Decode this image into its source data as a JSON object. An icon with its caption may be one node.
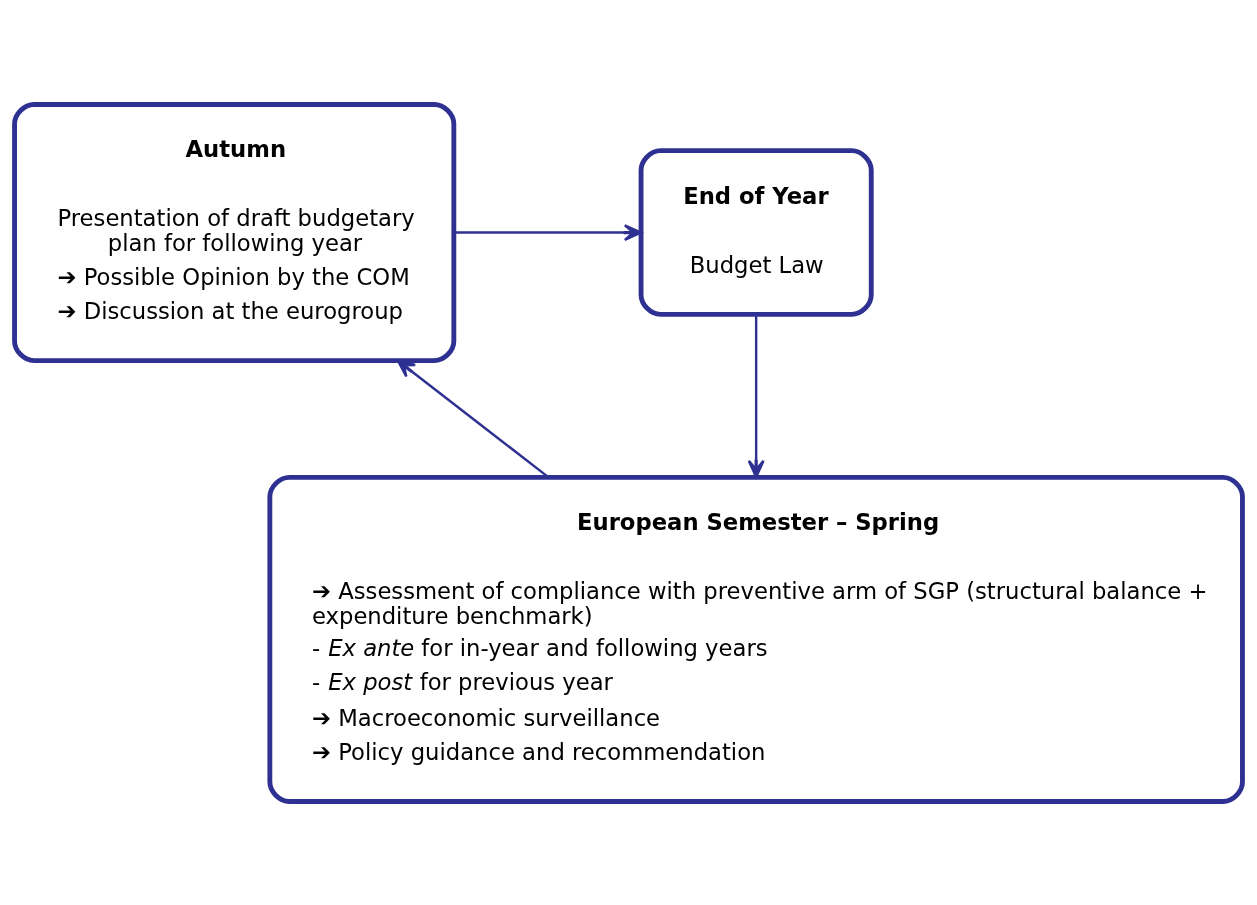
{
  "diagram": {
    "nodes": [
      {
        "text": [
          "Autumn",
          "Presentation of draft budgetary plan for following year",
          "➔ Possible Opinion by the COM",
          "➔ Discussion at the eurogroup"
        ]
      },
      {
        "text": [
          "End of Year",
          "Budget Law"
        ]
      },
      {
        "text": [
          "European Semester – Spring",
          "➔ Assessment of compliance with preventive arm of SGP (structural balance + expenditure benchmark)",
          "- *Ex ante* for in-year and following years",
          "- *Ex post* for previous year",
          "➔ Macroeconomic surveillance",
          "➔ Policy guidance and recommendation"
        ]
      }
    ],
    "edges": [
      {
        "from": 0,
        "to": 1,
        "arrow": "to"
      },
      {
        "from": 1,
        "to": 2,
        "arrow": "to"
      },
      {
        "from": 2,
        "to": 0,
        "arrow": "to"
      }
    ]
  }
}
